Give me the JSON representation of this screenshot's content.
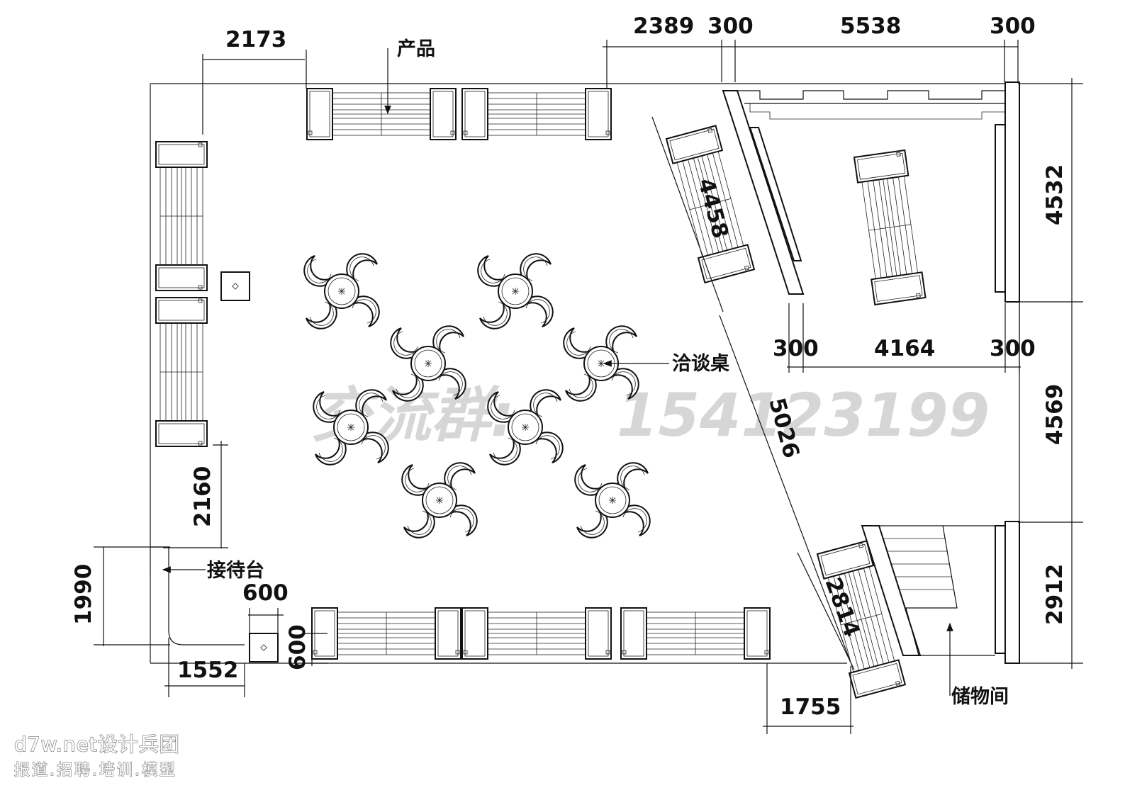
{
  "labels": {
    "product": "产品",
    "negotiation_table": "洽谈桌",
    "reception_desk": "接待台",
    "storage_room": "储物间"
  },
  "dimensions": {
    "top_2173": "2173",
    "top_2389": "2389",
    "top_300_a": "300",
    "top_5538": "5538",
    "top_300_b": "300",
    "right_4532": "4532",
    "right_4569": "4569",
    "right_2912": "2912",
    "mid_300_a": "300",
    "mid_4164": "4164",
    "mid_300_b": "300",
    "diag_4458": "4458",
    "diag_5026": "5026",
    "diag_2814": "2814",
    "left_2160": "2160",
    "left_1990": "1990",
    "small_600_h": "600",
    "small_600_v": "600",
    "bottom_1552": "1552",
    "bottom_1755": "1755"
  },
  "watermark": {
    "text_cn": "交流群:",
    "number": "154123199"
  },
  "brand": {
    "line1": "d7w.net设计兵团",
    "line2": "报道.招聘.培训.模型"
  }
}
